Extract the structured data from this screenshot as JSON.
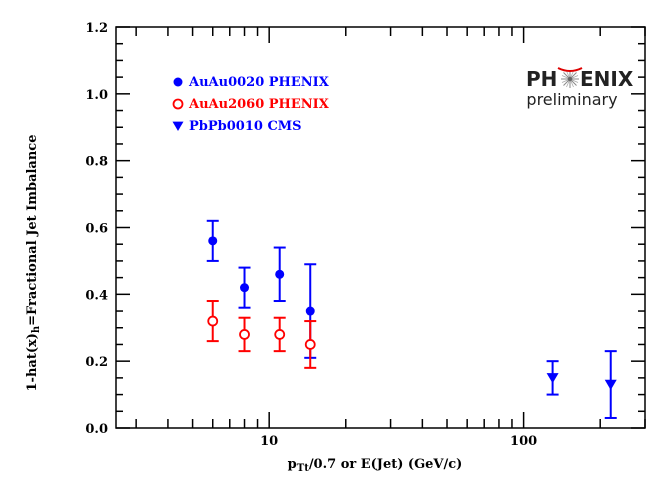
{
  "chart_data": {
    "type": "scatter",
    "xlabel": "p",
    "xlabel_sub": "Tt",
    "xlabel_rest": "/0.7 or E(Jet)  (GeV/c)",
    "ylabel": "1-hat(x)",
    "ylabel_sub": "h",
    "ylabel_rest": "=Fractional Jet Imbalance",
    "x_scale": "log",
    "xlim": [
      2.5,
      300
    ],
    "ylim": [
      0,
      1.2
    ],
    "x_tick_labels": [
      {
        "value": 10,
        "label": "10"
      },
      {
        "value": 100,
        "label": "100"
      }
    ],
    "y_tick_labels": [
      {
        "value": 0.0,
        "label": "0.0"
      },
      {
        "value": 0.2,
        "label": "0.2"
      },
      {
        "value": 0.4,
        "label": "0.4"
      },
      {
        "value": 0.6,
        "label": "0.6"
      },
      {
        "value": 0.8,
        "label": "0.8"
      },
      {
        "value": 1.0,
        "label": "1.0"
      },
      {
        "value": 1.2,
        "label": "1.2"
      }
    ],
    "legend_position": "top-left",
    "grid": false,
    "series": [
      {
        "name": "AuAu0020 PHENIX",
        "color": "#0000ff",
        "marker": "filled-circle",
        "points": [
          {
            "x": 6.0,
            "y": 0.56,
            "ylow": 0.5,
            "yhigh": 0.62
          },
          {
            "x": 8.0,
            "y": 0.42,
            "ylow": 0.36,
            "yhigh": 0.48
          },
          {
            "x": 11.0,
            "y": 0.46,
            "ylow": 0.38,
            "yhigh": 0.54
          },
          {
            "x": 14.5,
            "y": 0.35,
            "ylow": 0.21,
            "yhigh": 0.49
          }
        ]
      },
      {
        "name": "AuAu2060 PHENIX",
        "color": "#ff0000",
        "marker": "open-circle",
        "points": [
          {
            "x": 6.0,
            "y": 0.32,
            "ylow": 0.26,
            "yhigh": 0.38
          },
          {
            "x": 8.0,
            "y": 0.28,
            "ylow": 0.23,
            "yhigh": 0.33
          },
          {
            "x": 11.0,
            "y": 0.28,
            "ylow": 0.23,
            "yhigh": 0.33
          },
          {
            "x": 14.5,
            "y": 0.25,
            "ylow": 0.18,
            "yhigh": 0.32
          }
        ]
      },
      {
        "name": "PbPb0010 CMS",
        "color": "#0000ff",
        "marker": "filled-triangle-down",
        "points": [
          {
            "x": 130,
            "y": 0.15,
            "ylow": 0.1,
            "yhigh": 0.2
          },
          {
            "x": 220,
            "y": 0.13,
            "ylow": 0.03,
            "yhigh": 0.23
          }
        ]
      }
    ],
    "logo": {
      "line1_left": "PH",
      "line1_right": "ENIX",
      "line2": "preliminary"
    }
  }
}
